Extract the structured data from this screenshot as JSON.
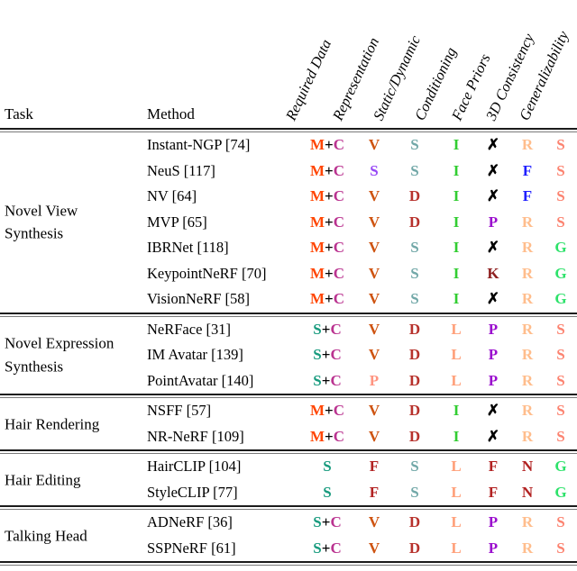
{
  "header": {
    "task_label": "Task",
    "method_label": "Method",
    "columns": [
      {
        "label": "Required Data",
        "slug": "required-data"
      },
      {
        "label": "Representation",
        "slug": "representation"
      },
      {
        "label": "Static/Dynamic",
        "slug": "static-dynamic"
      },
      {
        "label": "Conditioning",
        "slug": "conditioning"
      },
      {
        "label": "Face Priors",
        "slug": "face-priors"
      },
      {
        "label": "3D Consistency",
        "slug": "3d-consistency"
      },
      {
        "label": "Generalizability",
        "slug": "generalizability"
      }
    ]
  },
  "colors": {
    "M": "#FF4500",
    "plus": "#000000",
    "C": "#BA3390",
    "Sd": "#189B7E",
    "V": "#CE5310",
    "Sr": "#9747F5",
    "Pr": "#FF9480",
    "F": "#B22222",
    "Ss": "#72A8A8",
    "D": "#B7322C",
    "I": "#32CD32",
    "L": "#FFA07A",
    "X": "#000000",
    "Pf": "#9A0DCE",
    "K": "#8E1F1F",
    "R": "#FFBD8C",
    "Fb": "#1F1FFF",
    "N": "#B22222",
    "Sg": "#FC8370",
    "G": "#2EE26B"
  },
  "groups": [
    {
      "task_lines": [
        "Novel View",
        "Synthesis"
      ],
      "rows": [
        {
          "method": "Instant-NGP [74]",
          "cells": [
            [
              [
                "M",
                "M"
              ],
              [
                "+",
                "plus"
              ],
              [
                "C",
                "C"
              ]
            ],
            [
              [
                "V",
                "V"
              ]
            ],
            [
              [
                "S",
                "Ss"
              ]
            ],
            [
              [
                "I",
                "I"
              ]
            ],
            [
              [
                "✗",
                "X"
              ]
            ],
            [
              [
                "R",
                "R"
              ]
            ],
            [
              [
                "S",
                "Sg"
              ]
            ]
          ]
        },
        {
          "method": "NeuS [117]",
          "cells": [
            [
              [
                "M",
                "M"
              ],
              [
                "+",
                "plus"
              ],
              [
                "C",
                "C"
              ]
            ],
            [
              [
                "S",
                "Sr"
              ]
            ],
            [
              [
                "S",
                "Ss"
              ]
            ],
            [
              [
                "I",
                "I"
              ]
            ],
            [
              [
                "✗",
                "X"
              ]
            ],
            [
              [
                "F",
                "Fb"
              ]
            ],
            [
              [
                "S",
                "Sg"
              ]
            ]
          ]
        },
        {
          "method": "NV [64]",
          "cells": [
            [
              [
                "M",
                "M"
              ],
              [
                "+",
                "plus"
              ],
              [
                "C",
                "C"
              ]
            ],
            [
              [
                "V",
                "V"
              ]
            ],
            [
              [
                "D",
                "D"
              ]
            ],
            [
              [
                "I",
                "I"
              ]
            ],
            [
              [
                "✗",
                "X"
              ]
            ],
            [
              [
                "F",
                "Fb"
              ]
            ],
            [
              [
                "S",
                "Sg"
              ]
            ]
          ]
        },
        {
          "method": "MVP [65]",
          "cells": [
            [
              [
                "M",
                "M"
              ],
              [
                "+",
                "plus"
              ],
              [
                "C",
                "C"
              ]
            ],
            [
              [
                "V",
                "V"
              ]
            ],
            [
              [
                "D",
                "D"
              ]
            ],
            [
              [
                "I",
                "I"
              ]
            ],
            [
              [
                "P",
                "Pf"
              ]
            ],
            [
              [
                "R",
                "R"
              ]
            ],
            [
              [
                "S",
                "Sg"
              ]
            ]
          ]
        },
        {
          "method": "IBRNet [118]",
          "cells": [
            [
              [
                "M",
                "M"
              ],
              [
                "+",
                "plus"
              ],
              [
                "C",
                "C"
              ]
            ],
            [
              [
                "V",
                "V"
              ]
            ],
            [
              [
                "S",
                "Ss"
              ]
            ],
            [
              [
                "I",
                "I"
              ]
            ],
            [
              [
                "✗",
                "X"
              ]
            ],
            [
              [
                "R",
                "R"
              ]
            ],
            [
              [
                "G",
                "G"
              ]
            ]
          ]
        },
        {
          "method": "KeypointNeRF [70]",
          "cells": [
            [
              [
                "M",
                "M"
              ],
              [
                "+",
                "plus"
              ],
              [
                "C",
                "C"
              ]
            ],
            [
              [
                "V",
                "V"
              ]
            ],
            [
              [
                "S",
                "Ss"
              ]
            ],
            [
              [
                "I",
                "I"
              ]
            ],
            [
              [
                "K",
                "K"
              ]
            ],
            [
              [
                "R",
                "R"
              ]
            ],
            [
              [
                "G",
                "G"
              ]
            ]
          ]
        },
        {
          "method": "VisionNeRF [58]",
          "cells": [
            [
              [
                "M",
                "M"
              ],
              [
                "+",
                "plus"
              ],
              [
                "C",
                "C"
              ]
            ],
            [
              [
                "V",
                "V"
              ]
            ],
            [
              [
                "S",
                "Ss"
              ]
            ],
            [
              [
                "I",
                "I"
              ]
            ],
            [
              [
                "✗",
                "X"
              ]
            ],
            [
              [
                "R",
                "R"
              ]
            ],
            [
              [
                "G",
                "G"
              ]
            ]
          ]
        }
      ]
    },
    {
      "task_lines": [
        "Novel Expression",
        "Synthesis"
      ],
      "rows": [
        {
          "method": "NeRFace [31]",
          "cells": [
            [
              [
                "S",
                "Sd"
              ],
              [
                "+",
                "plus"
              ],
              [
                "C",
                "C"
              ]
            ],
            [
              [
                "V",
                "V"
              ]
            ],
            [
              [
                "D",
                "D"
              ]
            ],
            [
              [
                "L",
                "L"
              ]
            ],
            [
              [
                "P",
                "Pf"
              ]
            ],
            [
              [
                "R",
                "R"
              ]
            ],
            [
              [
                "S",
                "Sg"
              ]
            ]
          ]
        },
        {
          "method": "IM Avatar [139]",
          "cells": [
            [
              [
                "S",
                "Sd"
              ],
              [
                "+",
                "plus"
              ],
              [
                "C",
                "C"
              ]
            ],
            [
              [
                "V",
                "V"
              ]
            ],
            [
              [
                "D",
                "D"
              ]
            ],
            [
              [
                "L",
                "L"
              ]
            ],
            [
              [
                "P",
                "Pf"
              ]
            ],
            [
              [
                "R",
                "R"
              ]
            ],
            [
              [
                "S",
                "Sg"
              ]
            ]
          ]
        },
        {
          "method": "PointAvatar [140]",
          "cells": [
            [
              [
                "S",
                "Sd"
              ],
              [
                "+",
                "plus"
              ],
              [
                "C",
                "C"
              ]
            ],
            [
              [
                "P",
                "Pr"
              ]
            ],
            [
              [
                "D",
                "D"
              ]
            ],
            [
              [
                "L",
                "L"
              ]
            ],
            [
              [
                "P",
                "Pf"
              ]
            ],
            [
              [
                "R",
                "R"
              ]
            ],
            [
              [
                "S",
                "Sg"
              ]
            ]
          ]
        }
      ]
    },
    {
      "task_lines": [
        "Hair Rendering"
      ],
      "rows": [
        {
          "method": "NSFF [57]",
          "cells": [
            [
              [
                "M",
                "M"
              ],
              [
                "+",
                "plus"
              ],
              [
                "C",
                "C"
              ]
            ],
            [
              [
                "V",
                "V"
              ]
            ],
            [
              [
                "D",
                "D"
              ]
            ],
            [
              [
                "I",
                "I"
              ]
            ],
            [
              [
                "✗",
                "X"
              ]
            ],
            [
              [
                "R",
                "R"
              ]
            ],
            [
              [
                "S",
                "Sg"
              ]
            ]
          ]
        },
        {
          "method": "NR-NeRF [109]",
          "cells": [
            [
              [
                "M",
                "M"
              ],
              [
                "+",
                "plus"
              ],
              [
                "C",
                "C"
              ]
            ],
            [
              [
                "V",
                "V"
              ]
            ],
            [
              [
                "D",
                "D"
              ]
            ],
            [
              [
                "I",
                "I"
              ]
            ],
            [
              [
                "✗",
                "X"
              ]
            ],
            [
              [
                "R",
                "R"
              ]
            ],
            [
              [
                "S",
                "Sg"
              ]
            ]
          ]
        }
      ]
    },
    {
      "task_lines": [
        "Hair Editing"
      ],
      "rows": [
        {
          "method": "HairCLIP [104]",
          "cells": [
            [
              [
                "S",
                "Sd"
              ]
            ],
            [
              [
                "F",
                "F"
              ]
            ],
            [
              [
                "S",
                "Ss"
              ]
            ],
            [
              [
                "L",
                "L"
              ]
            ],
            [
              [
                "F",
                "F"
              ]
            ],
            [
              [
                "N",
                "N"
              ]
            ],
            [
              [
                "G",
                "G"
              ]
            ]
          ]
        },
        {
          "method": "StyleCLIP [77]",
          "cells": [
            [
              [
                "S",
                "Sd"
              ]
            ],
            [
              [
                "F",
                "F"
              ]
            ],
            [
              [
                "S",
                "Ss"
              ]
            ],
            [
              [
                "L",
                "L"
              ]
            ],
            [
              [
                "F",
                "F"
              ]
            ],
            [
              [
                "N",
                "N"
              ]
            ],
            [
              [
                "G",
                "G"
              ]
            ]
          ]
        }
      ]
    },
    {
      "task_lines": [
        "Talking Head"
      ],
      "rows": [
        {
          "method": "ADNeRF [36]",
          "cells": [
            [
              [
                "S",
                "Sd"
              ],
              [
                "+",
                "plus"
              ],
              [
                "C",
                "C"
              ]
            ],
            [
              [
                "V",
                "V"
              ]
            ],
            [
              [
                "D",
                "D"
              ]
            ],
            [
              [
                "L",
                "L"
              ]
            ],
            [
              [
                "P",
                "Pf"
              ]
            ],
            [
              [
                "R",
                "R"
              ]
            ],
            [
              [
                "S",
                "Sg"
              ]
            ]
          ]
        },
        {
          "method": "SSPNeRF [61]",
          "cells": [
            [
              [
                "S",
                "Sd"
              ],
              [
                "+",
                "plus"
              ],
              [
                "C",
                "C"
              ]
            ],
            [
              [
                "V",
                "V"
              ]
            ],
            [
              [
                "D",
                "D"
              ]
            ],
            [
              [
                "L",
                "L"
              ]
            ],
            [
              [
                "P",
                "Pf"
              ]
            ],
            [
              [
                "R",
                "R"
              ]
            ],
            [
              [
                "S",
                "Sg"
              ]
            ]
          ]
        }
      ]
    }
  ]
}
